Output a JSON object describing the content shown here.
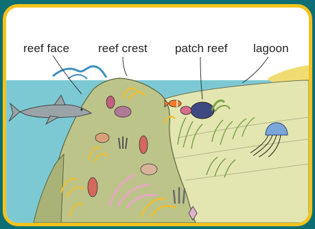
{
  "labels": {
    "reef_face": "reef face",
    "reef_crest": "reef crest",
    "patch_reef": "patch reef",
    "lagoon": "lagoon"
  },
  "colors": {
    "frame": "#f3c21c",
    "background": "#0d6f73",
    "water": "#7cc9d3",
    "reef": "#bcc48a",
    "seabed": "#e3e6b0",
    "sand": "#f0dc72"
  },
  "icons": [
    "shark-icon",
    "jellyfish-icon",
    "clownfish-icon",
    "coral-icon",
    "seagrass-icon",
    "wave-icon"
  ]
}
